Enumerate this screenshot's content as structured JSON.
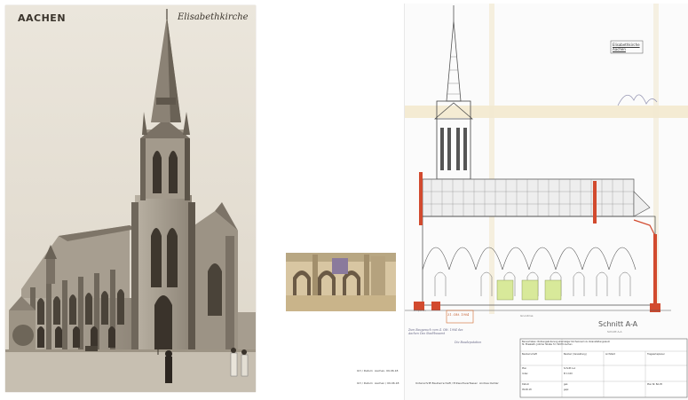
{
  "postcard": {
    "city": "AACHEN",
    "name": "Elisabethkirche"
  },
  "drawing": {
    "section_label": "Schnitt A-A",
    "stamp_title_line1": "Elisabethkirche",
    "stamp_title_line2": "Aachen",
    "stamp_date": "31. Okt. 1904",
    "stamp_text": "Zum Baugesuch vom 4. Okt. 1904 des Aachen Das Stadtbauamt",
    "stamp_signature": "Die Baudeputation",
    "left_label": "Emporen",
    "mid_label": "Grundriss",
    "right_mark": "Schnitt A-A"
  },
  "caption": {
    "label1": "Ort / Datum",
    "value1": "Aachen, 09.06.18",
    "label2": "Ort / Datum",
    "value2": "Aachen / 09.06.18",
    "label3": "Unterschrift Bauherrschaft / Entwurfsverfasser",
    "value3": "Andrea Oehler"
  },
  "title_block": {
    "header": "Bauvorhaben: Nutzungsänderung ehemaliger Kirchenraum zu Veranstaltungsraum",
    "header2": "St. Elisabeth, Jülicher Straße 72, 52070 Aachen",
    "col1": "Bauherrschaft",
    "col2": "Bauherr (Verwaltung)",
    "col3": "Architekt",
    "col4": "Tragwerksplaner",
    "row_plan": "Plan",
    "row_index": "Index",
    "plan_name": "Schnitt A-A",
    "scale_label": "M 1:100",
    "date_label": "Datum",
    "date_value": "09.06.18",
    "drawn": "gez.",
    "checked": "gepr.",
    "plan_no": "Plan Nr. BA-05"
  }
}
